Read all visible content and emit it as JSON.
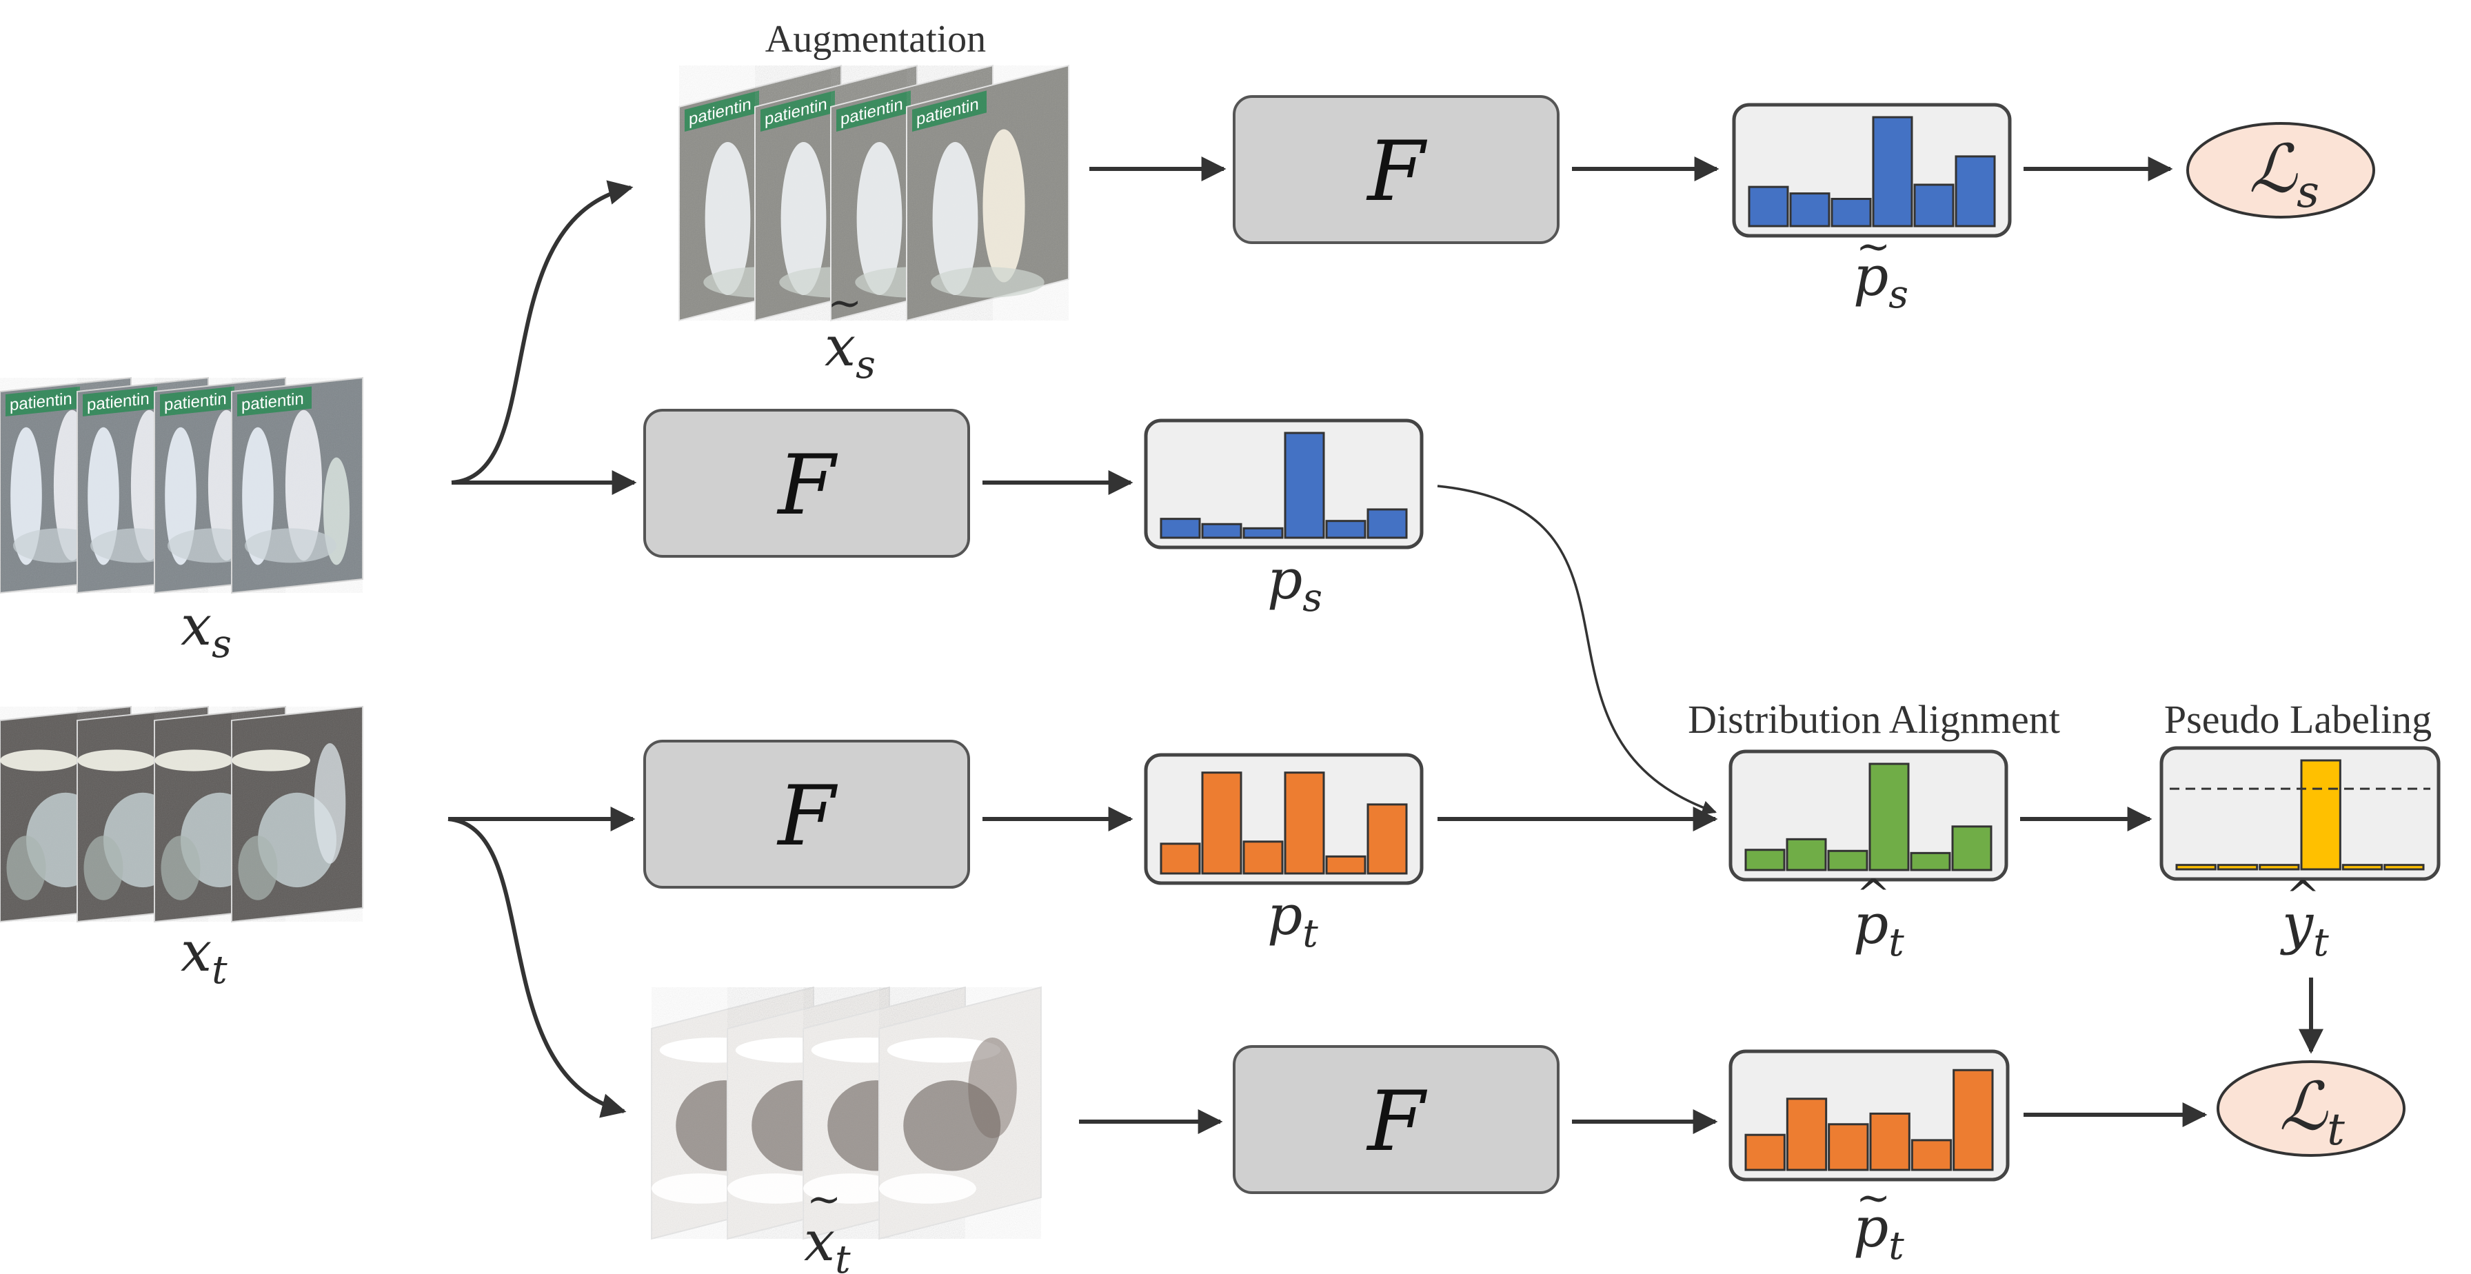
{
  "colors": {
    "source": "#4472C4",
    "target": "#ED7D31",
    "aligned": "#70AD47",
    "pseudo": "#FFC000",
    "loss_fill": "#FBE3D6",
    "encoder_fill": "#D0D0D0",
    "hist_fill": "#EFEFEF"
  },
  "labels": {
    "augmentation": "Augmentation",
    "distribution_alignment": "Distribution Alignment",
    "pseudo_labeling": "Pseudo Labeling",
    "overlay_text": "patientin"
  },
  "encoder": {
    "symbol": "F"
  },
  "math": {
    "x_s": {
      "base": "x",
      "sub": "s"
    },
    "x_t": {
      "base": "x",
      "sub": "t"
    },
    "x_s_aug": {
      "base": "x",
      "sub": "s",
      "accent": "~"
    },
    "x_t_aug": {
      "base": "x",
      "sub": "t",
      "accent": "~"
    },
    "p_s": {
      "base": "p",
      "sub": "s"
    },
    "p_t": {
      "base": "p",
      "sub": "t"
    },
    "p_s_aug": {
      "base": "p",
      "sub": "s",
      "accent": "~"
    },
    "p_t_aug": {
      "base": "p",
      "sub": "t",
      "accent": "~"
    },
    "p_t_hat": {
      "base": "p",
      "sub": "t",
      "accent": "^"
    },
    "y_t_hat": {
      "base": "y",
      "sub": "t",
      "accent": "^"
    },
    "L_s": {
      "base": "ℒ",
      "sub": "s"
    },
    "L_t": {
      "base": "ℒ",
      "sub": "t"
    }
  },
  "histograms": {
    "p_s_aug": {
      "color": "source",
      "values": [
        0.36,
        0.3,
        0.25,
        1.0,
        0.38,
        0.64
      ]
    },
    "p_s": {
      "color": "source",
      "values": [
        0.18,
        0.13,
        0.09,
        1.0,
        0.16,
        0.27
      ]
    },
    "p_t": {
      "color": "target",
      "values": [
        0.28,
        0.95,
        0.3,
        0.95,
        0.16,
        0.65
      ]
    },
    "p_t_hat": {
      "color": "aligned",
      "values": [
        0.19,
        0.29,
        0.18,
        1.0,
        0.16,
        0.41
      ]
    },
    "y_t_hat": {
      "color": "pseudo",
      "values": [
        0.04,
        0.04,
        0.04,
        1.0,
        0.04,
        0.04
      ],
      "threshold": 0.74
    },
    "p_t_aug": {
      "color": "target",
      "values": [
        0.33,
        0.67,
        0.43,
        0.53,
        0.28,
        0.94
      ]
    }
  }
}
